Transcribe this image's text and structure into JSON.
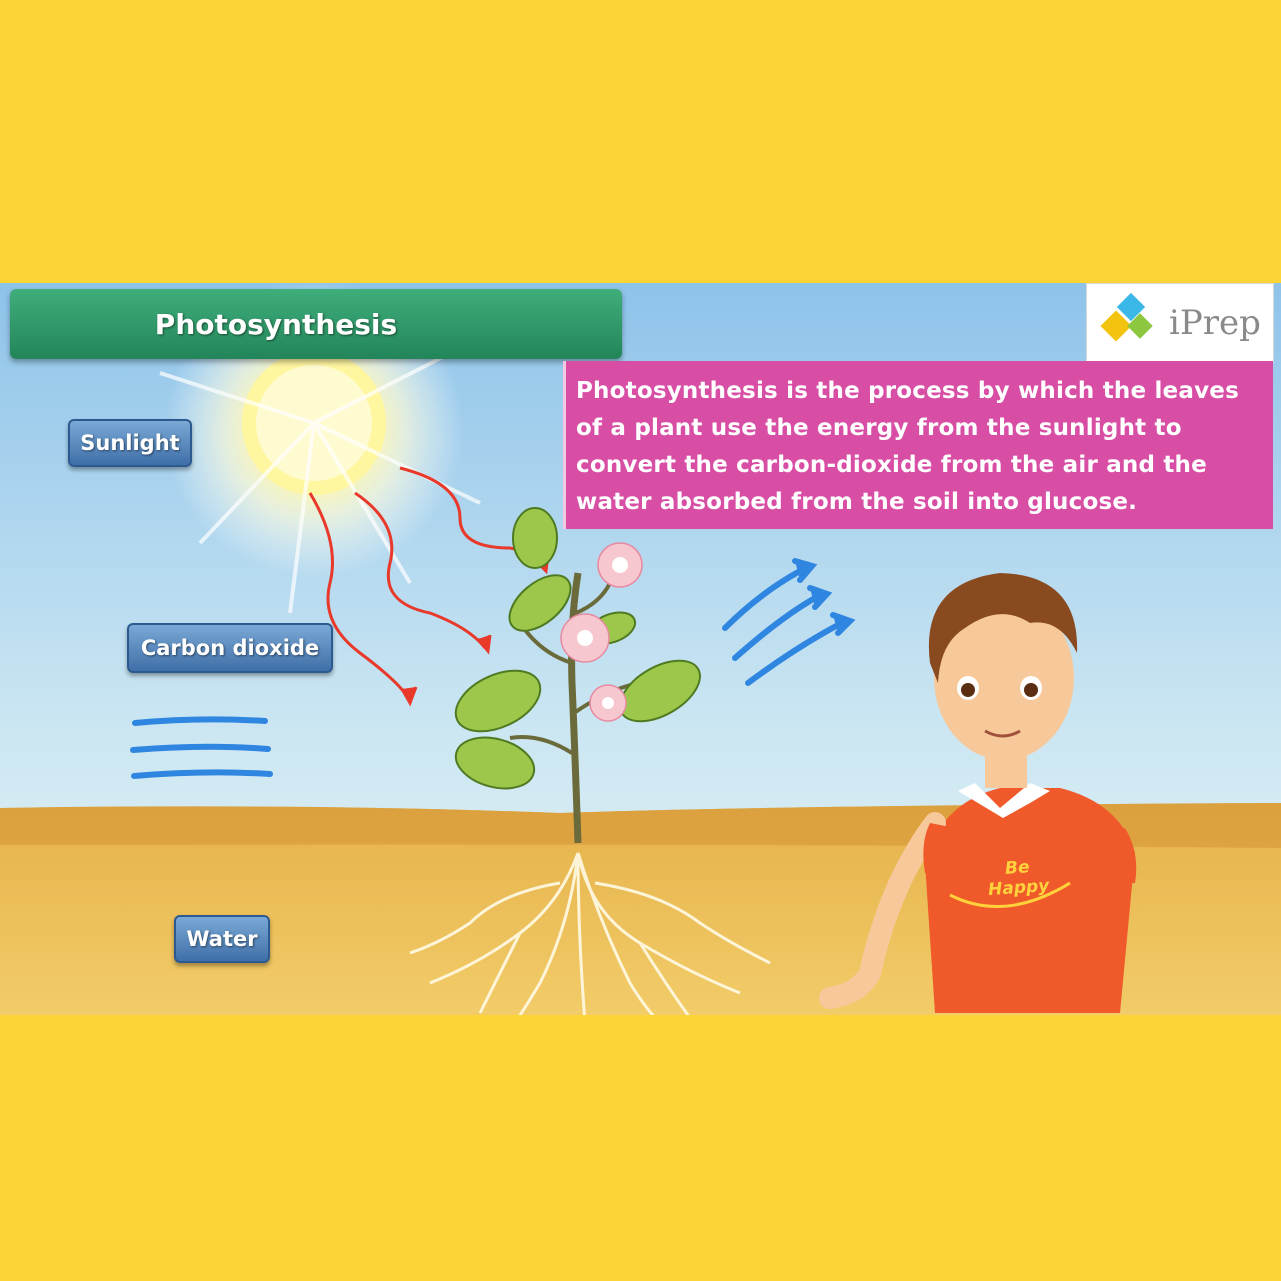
{
  "title": "Photosynthesis",
  "logo": {
    "text": "iPrep"
  },
  "description": "Photosynthesis is the process by which the leaves of a plant use the energy from the sunlight to convert the carbon-dioxide from the air and the water absorbed from the soil into glucose.",
  "labels": {
    "sunlight": "Sunlight",
    "carbon_dioxide": "Carbon dioxide",
    "water": "Water"
  },
  "character": {
    "shirt_text": "Be Happy"
  },
  "colors": {
    "page_background": "#fdd435",
    "title_bar": "#2e9a68",
    "description_box": "#d84ea4",
    "label_button": "#4f80b8",
    "sky": "#bfe0ee",
    "soil": "#e7b94f",
    "shirt": "#f0592a"
  },
  "icons": [
    "sun-icon",
    "sunlight-ray-arrows",
    "co2-wind-lines",
    "oxygen-arrows",
    "plant-illustration",
    "roots-illustration",
    "boy-character",
    "iprep-logo-mark"
  ]
}
